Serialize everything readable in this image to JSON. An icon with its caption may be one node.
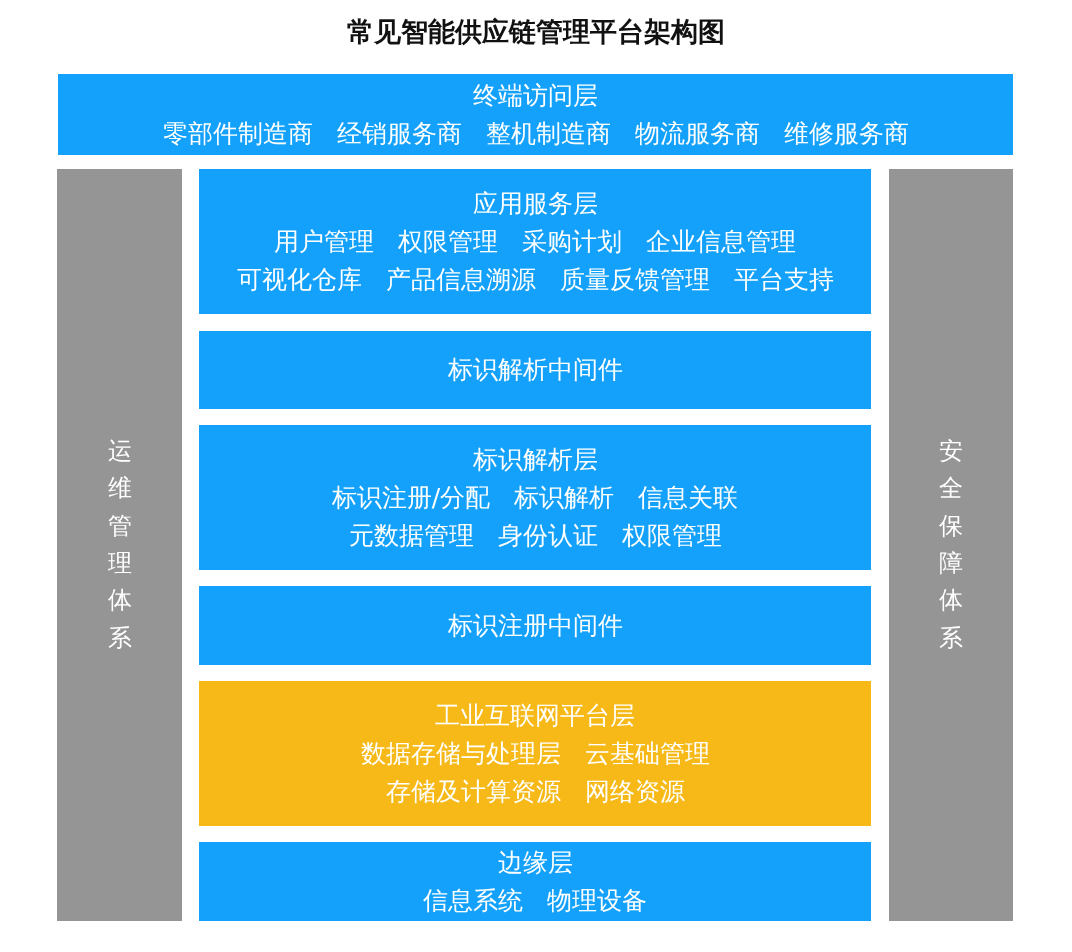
{
  "diagram": {
    "title": "常见智能供应链管理平台架构图",
    "nodes": [
      {
        "text": [
          "终端访问层",
          "零部件制造商",
          "经销服务商",
          "整机制造商",
          "物流服务商",
          "维修服务商"
        ]
      },
      {
        "text": [
          "运维管理体系"
        ]
      },
      {
        "text": [
          "应用服务层",
          "用户管理",
          "权限管理",
          "采购计划",
          "企业信息管理",
          "可视化仓库",
          "产品信息溯源",
          "质量反馈管理",
          "平台支持"
        ]
      },
      {
        "text": [
          "标识解析中间件"
        ]
      },
      {
        "text": [
          "标识解析层",
          "标识注册/分配",
          "标识解析",
          "信息关联",
          "元数据管理",
          "身份认证",
          "权限管理"
        ]
      },
      {
        "text": [
          "标识注册中间件"
        ]
      },
      {
        "text": [
          "工业互联网平台层",
          "数据存储与处理层",
          "云基础管理",
          "存储及计算资源",
          "网络资源"
        ]
      },
      {
        "text": [
          "边缘层",
          "信息系统",
          "物理设备"
        ]
      },
      {
        "text": [
          "安全保障体系"
        ]
      }
    ]
  }
}
